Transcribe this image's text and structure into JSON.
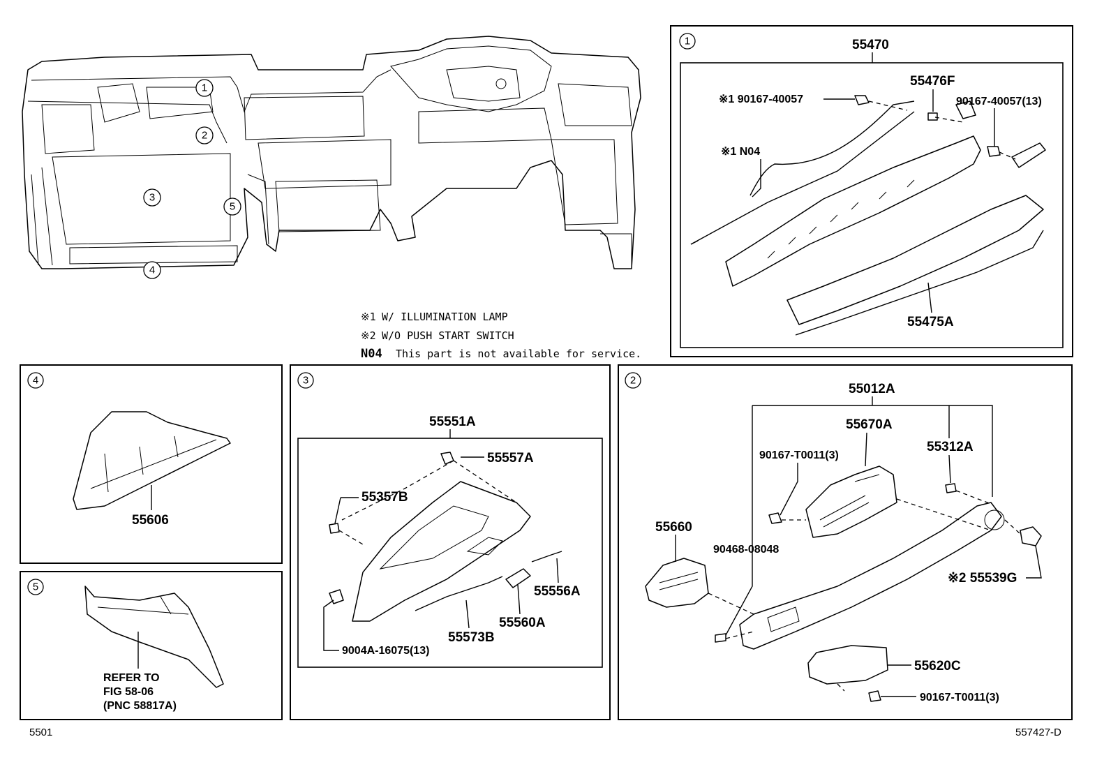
{
  "overview": {
    "callouts": [
      "1",
      "2",
      "3",
      "4",
      "5"
    ]
  },
  "notes": {
    "note1_mark": "※1",
    "note1_text": "W/ ILLUMINATION LAMP",
    "note2_mark": "※2",
    "note2_text": "W/O PUSH START SWITCH",
    "n04_code": "N04",
    "n04_text": "This part is not available for service."
  },
  "panel1": {
    "badge": "1",
    "assembly": "55470",
    "p_55476F": "55476F",
    "p_bolt_left": "※1 90167-40057",
    "p_bolt_right": "90167-40057(13)",
    "p_n04": "※1 N04",
    "p_55475A": "55475A"
  },
  "panel4": {
    "badge": "4",
    "p_55606": "55606"
  },
  "panel5": {
    "badge": "5",
    "ref1": "REFER TO",
    "ref2": "FIG 58-06",
    "ref3": "(PNC 58817A)"
  },
  "panel3": {
    "badge": "3",
    "assembly": "55551A",
    "p_55557A": "55557A",
    "p_55357B": "55357B",
    "p_55556A": "55556A",
    "p_55560A": "55560A",
    "p_55573B": "55573B",
    "p_9004A": "9004A-16075(13)"
  },
  "panel2": {
    "badge": "2",
    "assembly": "55012A",
    "p_55670A": "55670A",
    "p_55312A": "55312A",
    "p_90167_top": "90167-T0011(3)",
    "p_55660": "55660",
    "p_90468": "90468-08048",
    "p_55539G": "※2 55539G",
    "p_55620C": "55620C",
    "p_90167_bot": "90167-T0011(3)"
  },
  "footer": {
    "left_code": "5501",
    "right_code": "557427-D"
  }
}
